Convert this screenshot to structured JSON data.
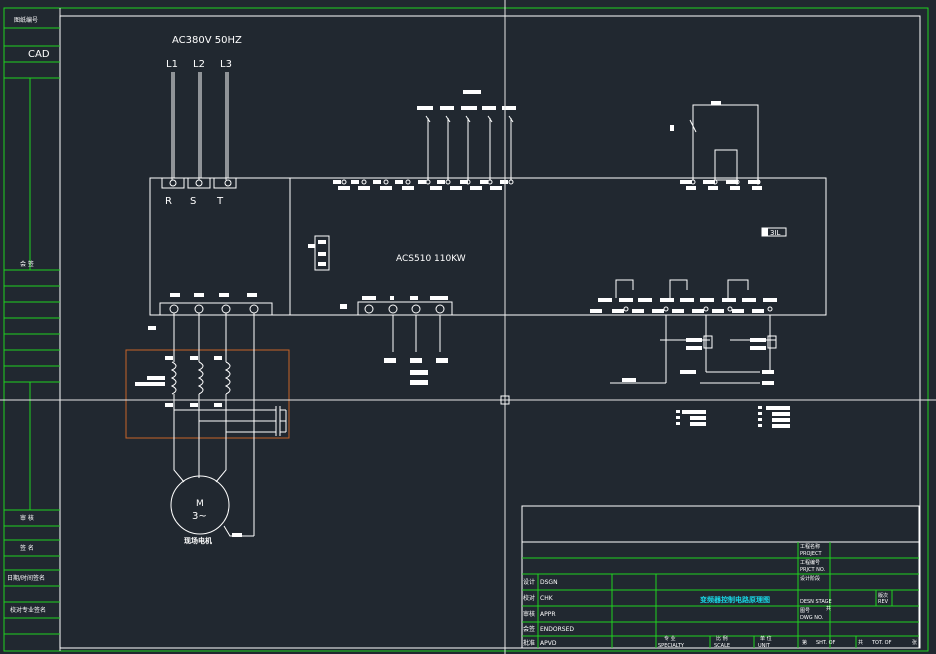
{
  "supply": {
    "label": "AC380V 50HZ",
    "phases": [
      "L1",
      "L2",
      "L3"
    ]
  },
  "drive": {
    "model": "ACS510 110KW",
    "input_terminals": [
      "R",
      "S",
      "T"
    ],
    "code_label": "3IL"
  },
  "motor": {
    "line1": "M",
    "line2": "3~",
    "caption": "现场电机"
  },
  "left_panel": {
    "top_label": "图纸编号",
    "cad_label": "CAD",
    "mid_label": "会 签",
    "bottom_labels": [
      "审 核",
      "签 名",
      "日期/时间签名",
      "校对专业签名"
    ]
  },
  "title_block": {
    "drawing_title": "变频器控制电路原理图",
    "rows": [
      {
        "left": "设计",
        "code": "DSGN"
      },
      {
        "left": "校对",
        "code": "CHK"
      },
      {
        "left": "审核",
        "code": "APPR"
      },
      {
        "left": "会签",
        "code": "ENDORSED"
      },
      {
        "left": "批准",
        "code": "APVD"
      }
    ],
    "right_labels": [
      {
        "cn": "工程名称",
        "en": "PROJECT"
      },
      {
        "cn": "工程编号",
        "en": "PRJCT NO."
      },
      {
        "cn": "设计阶段",
        "en": "DESN STAGE"
      },
      {
        "cn": "图号",
        "en": "DWG NO."
      }
    ],
    "rev_label": "REV",
    "rev_cn": "版次",
    "sheet_label": "SHT. OF",
    "total_label": "TOT. OF",
    "bottom_cells": [
      {
        "cn": "专 业",
        "en": "SPECIALTY"
      },
      {
        "cn": "比 例",
        "en": "SCALE"
      },
      {
        "cn": "单 位",
        "en": "UNIT"
      }
    ],
    "sheet_cn": "第",
    "total_cn": "共",
    "page_cn": "张"
  },
  "colors": {
    "background": "#212830",
    "frame": "#1fd21f",
    "wire": "#ffffff",
    "highlight_box": "#c86428",
    "title_text": "#18d7e6"
  }
}
